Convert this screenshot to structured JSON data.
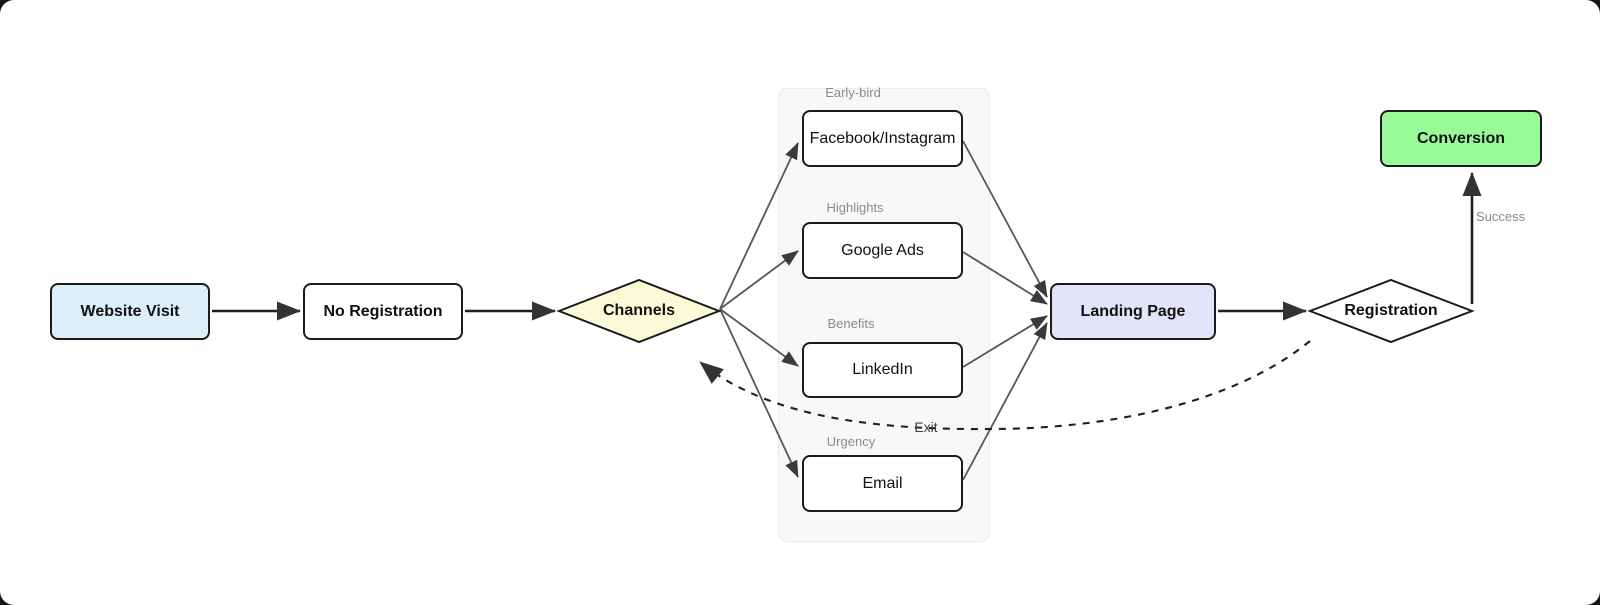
{
  "diagram": {
    "nodes": {
      "website_visit": {
        "label": "Website Visit",
        "fill": "#ddeffa"
      },
      "no_registration": {
        "label": "No Registration",
        "fill": "#ffffff"
      },
      "channels": {
        "label": "Channels",
        "fill": "#fafad8"
      },
      "facebook_instagram": {
        "label": "Facebook/Instagram",
        "fill": "#ffffff"
      },
      "google_ads": {
        "label": "Google Ads",
        "fill": "#ffffff"
      },
      "linkedin": {
        "label": "LinkedIn",
        "fill": "#ffffff"
      },
      "email": {
        "label": "Email",
        "fill": "#ffffff"
      },
      "landing_page": {
        "label": "Landing Page",
        "fill": "#e3e3fa"
      },
      "registration": {
        "label": "Registration",
        "fill": "#ffffff"
      },
      "conversion": {
        "label": "Conversion",
        "fill": "#98fb98"
      }
    },
    "edge_labels": {
      "early_bird": "Early-bird",
      "highlights": "Highlights",
      "benefits": "Benefits",
      "urgency": "Urgency",
      "success": "Success",
      "exit": "Exit"
    },
    "container": {
      "fill": "#f7f8fa"
    }
  }
}
